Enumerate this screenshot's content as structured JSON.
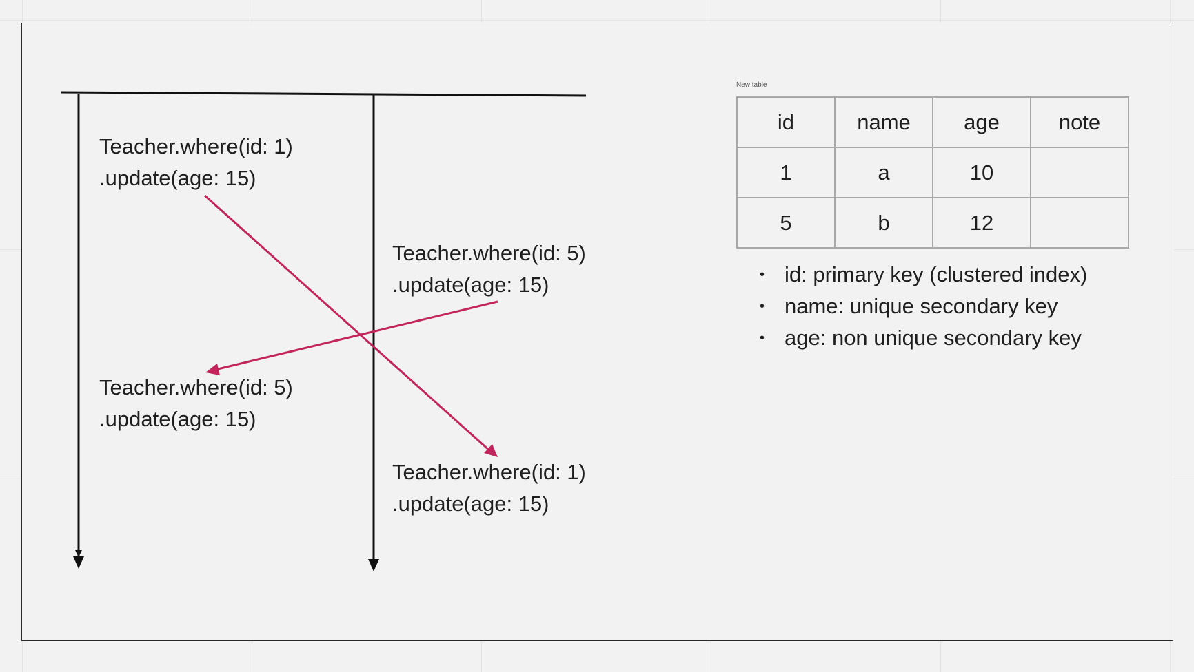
{
  "diagram": {
    "blocks": [
      {
        "line1": "Teacher.where(id: 1)",
        "line2": ".update(age: 15)"
      },
      {
        "line1": "Teacher.where(id: 5)",
        "line2": ".update(age: 15)"
      },
      {
        "line1": "Teacher.where(id: 5)",
        "line2": ".update(age: 15)"
      },
      {
        "line1": "Teacher.where(id: 1)",
        "line2": ".update(age: 15)"
      }
    ],
    "colors": {
      "line": "#111111",
      "arrow_accent": "#c2255c",
      "frame": "#2a2a2a",
      "background": "#f2f2f2"
    }
  },
  "table": {
    "caption": "New table",
    "headers": [
      "id",
      "name",
      "age",
      "note"
    ],
    "rows": [
      [
        "1",
        "a",
        "10",
        ""
      ],
      [
        "5",
        "b",
        "12",
        ""
      ]
    ]
  },
  "notes": [
    "id: primary key (clustered index)",
    "name: unique secondary key",
    "age: non unique secondary key"
  ]
}
